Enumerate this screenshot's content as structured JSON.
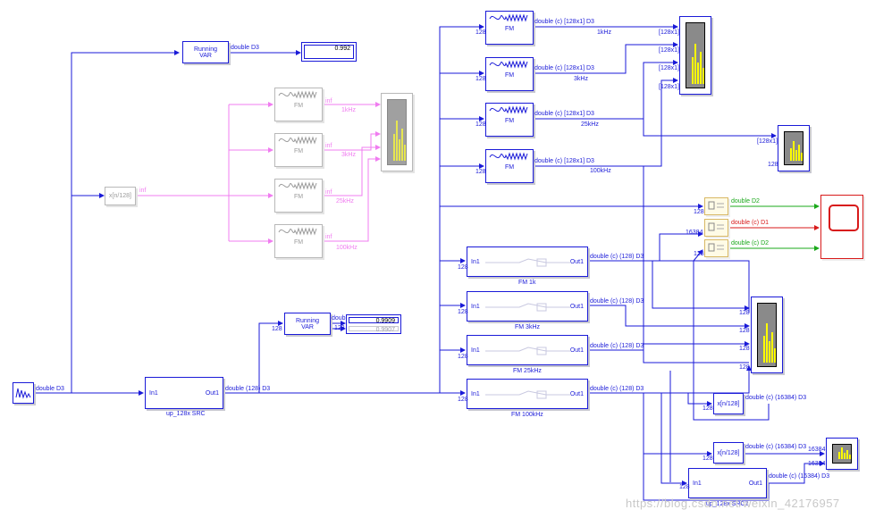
{
  "signal_types": {
    "d3": "double D3",
    "d3_128": "double (128) D3",
    "dc_128": "double (c) (128) D3",
    "dc_128x1": "double (c) [128x1] D3",
    "dc_16384": "double (c) (16384) D3",
    "dc_d1": "double (c) D1",
    "dc_d2": "double (c) D2",
    "d2": "double D2",
    "inf": "inf"
  },
  "dims": {
    "n128": "128",
    "n16384": "16384",
    "m128x1": "[128x1]"
  },
  "ports": {
    "in1": "In1",
    "out1": "Out1"
  },
  "blocks": {
    "running_var_1": {
      "line1": "Running",
      "line2": "VAR"
    },
    "running_var_2": {
      "line1": "Running",
      "line2": "VAR"
    },
    "display_1": {
      "value": "0.992"
    },
    "display_2": {
      "value": "0.9909",
      "value2": "0.9907"
    },
    "delay_grey": {
      "label": "x[n/128]"
    },
    "delay_1": {
      "label": "x[n/128]"
    },
    "delay_2": {
      "label": "x[n/128]"
    },
    "fm": {
      "label": "FM"
    },
    "src_main": {
      "caption": "up_128x SRC"
    },
    "src_2": {
      "caption": "up_128x SRC2"
    },
    "fm_subsystems": [
      "FM 1k",
      "FM 3kHz",
      "FM 25kHz",
      "FM 100kHz"
    ]
  },
  "freq_labels": [
    "1kHz",
    "3kHz",
    "25kHz",
    "100kHz"
  ],
  "watermark": "https://blog.csdn.net/weixin_42176957"
}
